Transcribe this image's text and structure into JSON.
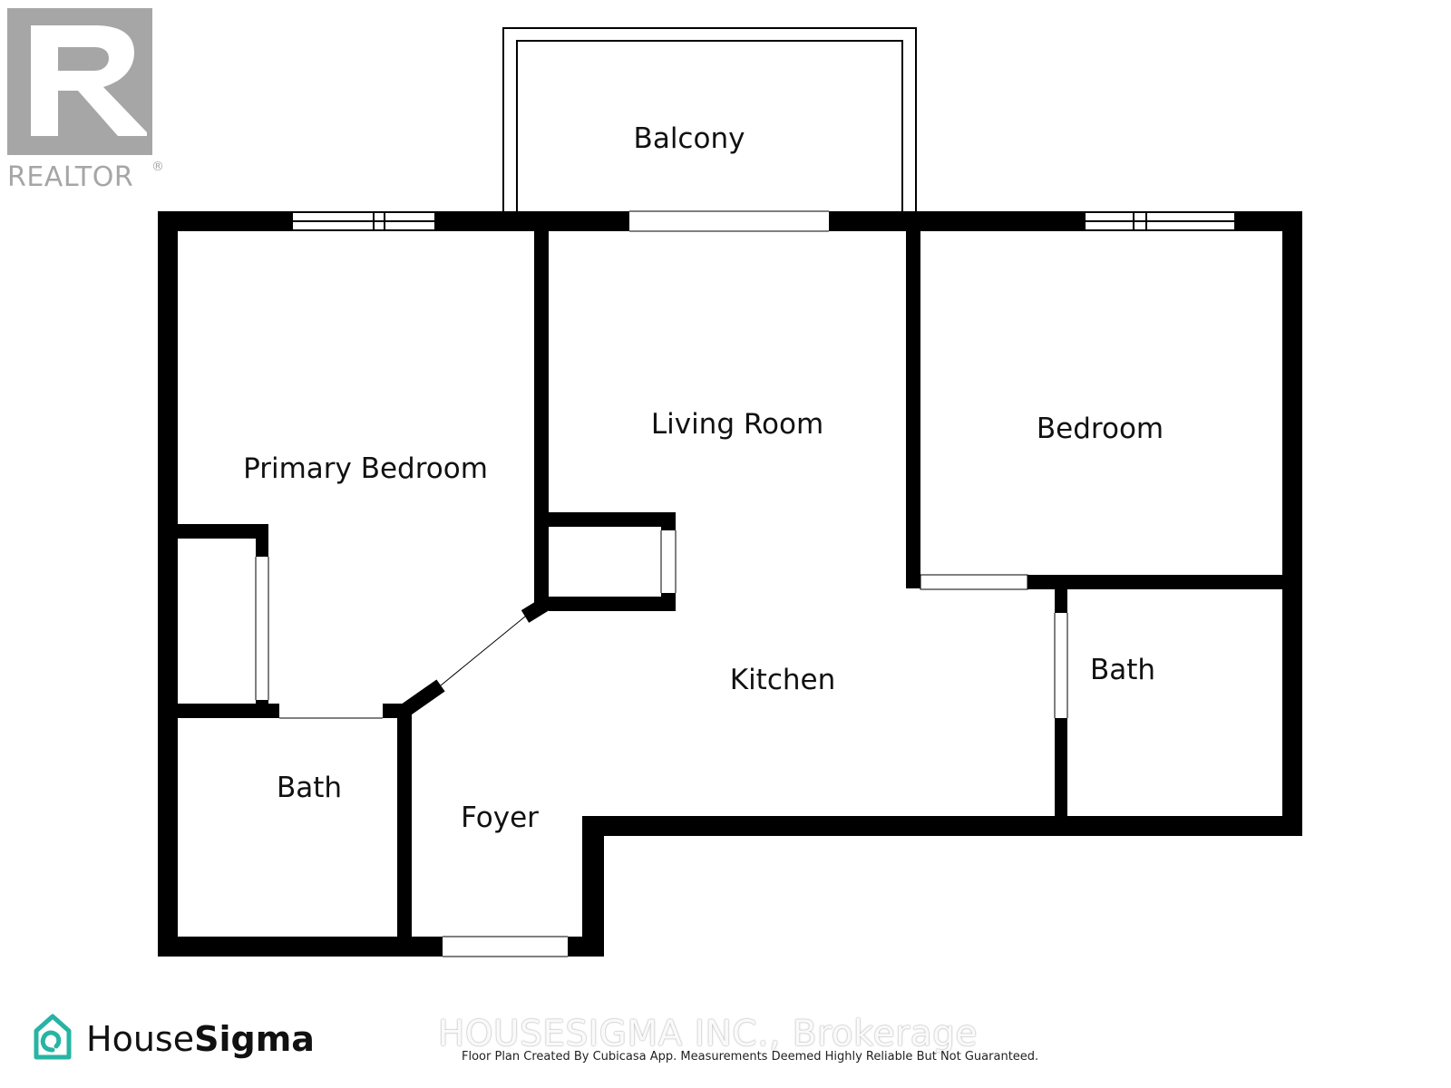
{
  "rooms": {
    "balcony": "Balcony",
    "living_room": "Living Room",
    "bedroom": "Bedroom",
    "primary_bedroom": "Primary Bedroom",
    "kitchen": "Kitchen",
    "bath_right": "Bath",
    "bath_left": "Bath",
    "foyer": "Foyer"
  },
  "realtor_logo": {
    "text": "REALTOR",
    "mark": "®"
  },
  "brand": {
    "name_regular": "House",
    "name_bold": "Sigma"
  },
  "watermark": "HOUSESIGMA INC., Brokerage",
  "footnote": "Floor Plan Created By Cubicasa App. Measurements Deemed Highly Reliable But Not Guaranteed.",
  "colors": {
    "wall": "#000000",
    "logo_gray": "#a6a6a6",
    "housesigma_teal": "#27b4a3"
  }
}
